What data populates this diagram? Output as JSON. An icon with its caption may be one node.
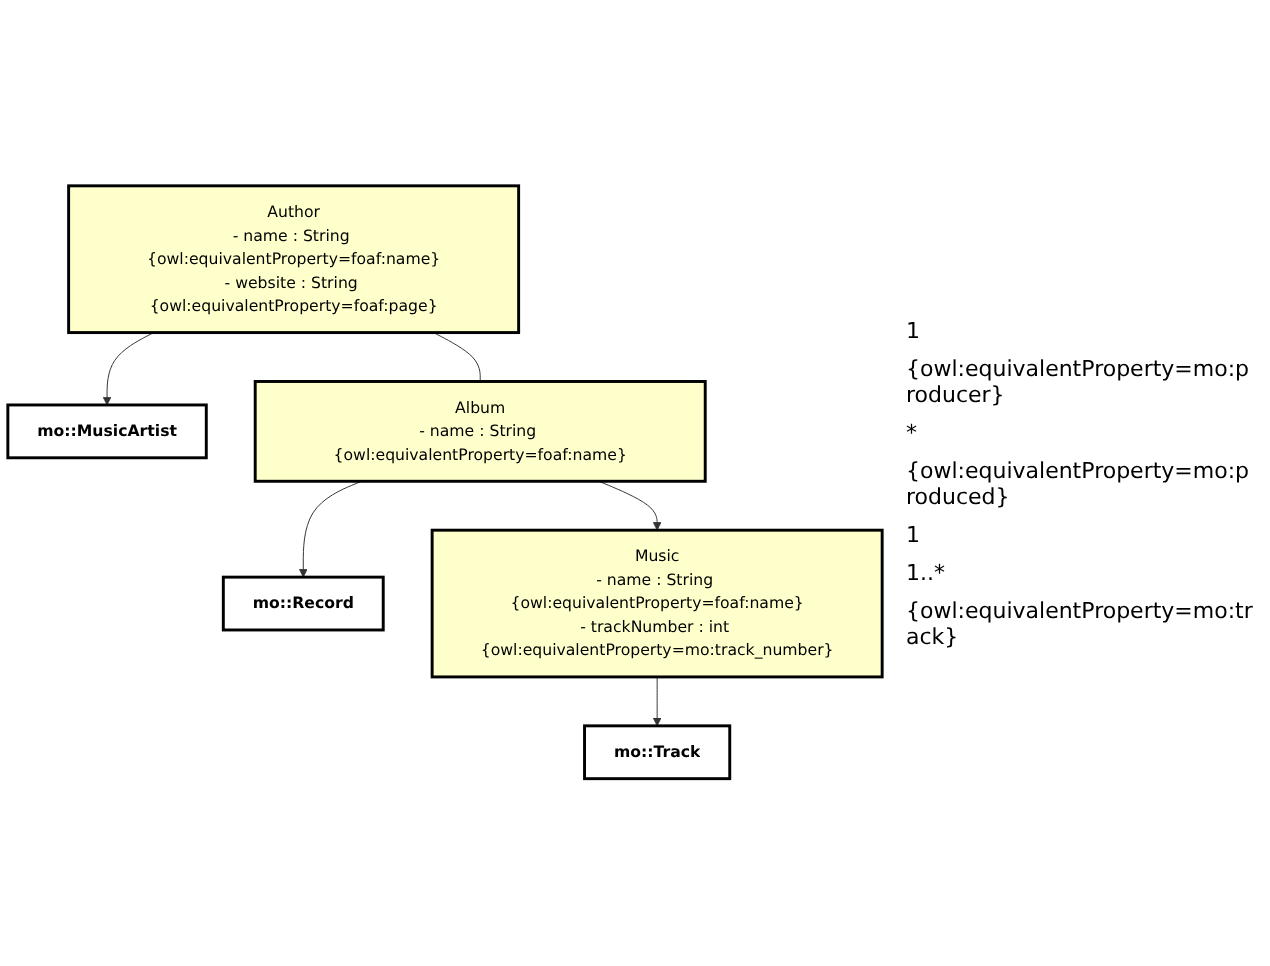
{
  "diagram": {
    "nodes": [
      {
        "text": [
          "Author",
          "- name : String {owl:equivalentProperty=foaf:name}",
          "- website : String {owl:equivalentProperty=foaf:page}"
        ]
      },
      {
        "text": [
          "mo::MusicArtist"
        ]
      },
      {
        "text": [
          "mo::Record"
        ]
      },
      {
        "text": [
          "Album",
          "- name : String {owl:equivalentProperty=foaf:name}"
        ]
      },
      {
        "text": [
          "mo::Track"
        ]
      },
      {
        "text": [
          "Music",
          "- name : String {owl:equivalentProperty=foaf:name}",
          "- trackNumber : int {owl:equivalentProperty=mo:track_number}"
        ]
      }
    ],
    "edges": [
      {
        "from": 0,
        "to": 1,
        "arrow": "to"
      },
      {
        "from": 0,
        "to": 3,
        "arrow": "none"
      },
      {
        "from": 3,
        "to": 2,
        "arrow": "to"
      },
      {
        "from": 3,
        "to": 5,
        "arrow": "to"
      },
      {
        "from": 5,
        "to": 4,
        "arrow": "to"
      }
    ],
    "labels": [
      "1",
      "{owl:equivalentProperty=mo:producer}",
      "*",
      "{owl:equivalentProperty=mo:produced}",
      "1",
      "1..*",
      "{owl:equivalentProperty=mo:track}"
    ]
  }
}
